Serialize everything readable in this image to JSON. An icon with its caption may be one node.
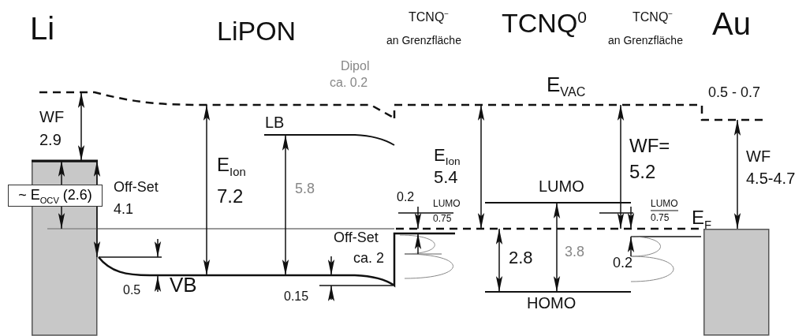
{
  "diagram": {
    "nodes": [
      {
        "text": [
          "~ E$_{OCV}$ (2.6)"
        ]
      }
    ],
    "labels": [
      "Li",
      "LiPON",
      "TCNQ$^{−}$",
      "an Grenzfläche",
      "TCNQ$^{0}$",
      "TCNQ$^{−}$",
      "an Grenzfläche",
      "Au",
      "Dipol",
      "ca. 0.2",
      "E$_{VAC}$",
      "0.5 - 0.7",
      "WF",
      "2.9",
      "LB",
      "E$_{Ion}$",
      "7.2",
      "5.8",
      "E$_{Ion}$",
      "5.4",
      "WF=",
      "5.2",
      "WF",
      "4.5-4.7",
      "Off-Set",
      "4.1",
      "0.2",
      "LUMO",
      "0.75",
      "LUMO",
      "LUMO",
      "0.75",
      "E$_{F}$",
      "Off-Set",
      "ca. 2",
      "2.8",
      "3.8",
      "0.5",
      "VB",
      "0.15",
      "0.2",
      "HOMO"
    ]
  }
}
